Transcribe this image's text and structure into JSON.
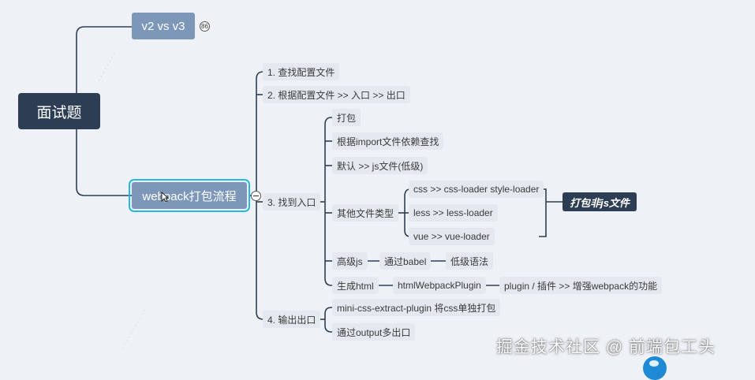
{
  "mindmap": {
    "root": "面试题",
    "branch_v2v3": {
      "label": "v2 vs v3",
      "badge": "86"
    },
    "branch_webpack": {
      "label": "webpack打包流程",
      "items": {
        "find_config": "1. 查找配置文件",
        "entry_exit": "2. 根据配置文件 >> 入口 >> 出口",
        "find_entry": "3. 找到入口",
        "output": "4. 输出出口"
      },
      "entry_children": {
        "pack": "打包",
        "import_lookup": "根据import文件依赖查找",
        "default_js": "默认 >> js文件(低级)",
        "other_types": "其他文件类型",
        "advanced_js": "高级js",
        "gen_html": "生成html"
      },
      "other_types_children": {
        "css": "css >> css-loader style-loader",
        "less": "less >> less-loader",
        "vue": "vue >> vue-loader"
      },
      "summary": "打包非js文件",
      "babel": {
        "via": "通过babel",
        "result": "低级语法"
      },
      "html_plugin": {
        "plugin": "htmlWebpackPlugin",
        "desc": "plugin / 插件 >> 增强webpack的功能"
      },
      "output_children": {
        "mini_css": "mini-css-extract-plugin 将css单独打包",
        "multi_output": "通过output多出口"
      }
    }
  },
  "watermark": "掘金技术社区 @ 前端包工头",
  "colors": {
    "root_bg": "#2d3e54",
    "branch_bg": "#7d97b9",
    "topic_bg": "#e4e9ef",
    "line": "#2d3e54",
    "selection": "#27b6e6"
  }
}
